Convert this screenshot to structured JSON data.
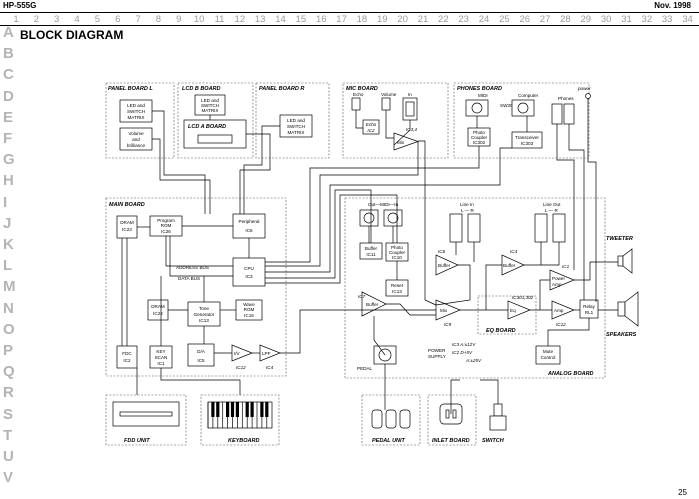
{
  "header": {
    "model": "HP-555G",
    "date": "Nov. 1998",
    "page": "25"
  },
  "title": "BLOCK DIAGRAM",
  "grid": {
    "columns": [
      "1",
      "2",
      "3",
      "4",
      "5",
      "6",
      "7",
      "8",
      "9",
      "10",
      "11",
      "12",
      "13",
      "14",
      "15",
      "16",
      "17",
      "18",
      "19",
      "20",
      "21",
      "22",
      "23",
      "24",
      "25",
      "26",
      "27",
      "28",
      "29",
      "30",
      "31",
      "32",
      "33",
      "34"
    ],
    "rows": [
      "A",
      "B",
      "C",
      "D",
      "E",
      "F",
      "G",
      "H",
      "I",
      "J",
      "K",
      "L",
      "M",
      "N",
      "O",
      "P",
      "Q",
      "R",
      "S",
      "T",
      "U",
      "V"
    ]
  },
  "boards": {
    "panel_l": "PANEL BOARD L",
    "lcd_b": "LCD B BOARD",
    "lcd_a": "LCD A BOARD",
    "panel_r": "PANEL BOARD R",
    "mic": "MIC BOARD",
    "phones": "PHONES BOARD",
    "main": "MAIN BOARD",
    "analog": "ANALOG BOARD",
    "eq": "EQ BOARD",
    "fdd": "FDD UNIT",
    "keyboard": "KEYBOARD",
    "pedal": "PEDAL UNIT",
    "inlet": "INLET BOARD",
    "switch": "SWITCH"
  },
  "blocks": {
    "led_matrix_l": [
      "LED and",
      "SWITCH",
      "MATRIX"
    ],
    "volume": [
      "Volume",
      "and",
      "brilliance"
    ],
    "lcd_b_block": [
      "LED and",
      "SWITCH",
      "MATRIX"
    ],
    "led_matrix_r": [
      "LED and",
      "SWITCH",
      "MATRIX"
    ],
    "echo": [
      "Echo",
      "IC2"
    ],
    "mix_mic": [
      "Mix",
      "IC3,4"
    ],
    "photo_coupler_phones": [
      "Photo",
      "Coupler",
      "IC302"
    ],
    "transceiver": [
      "Transceiver",
      "IC303"
    ],
    "dram1": [
      "DRAM",
      "IC23"
    ],
    "program_rom": [
      "Program",
      "ROM",
      "IC26"
    ],
    "peripheral": [
      "Peripheral",
      "IC6"
    ],
    "cpu": [
      "CPU",
      "IC3"
    ],
    "dram2": [
      "DRAM",
      "IC22"
    ],
    "tone_gen": [
      "Tone",
      "Generator",
      "IC13"
    ],
    "wave_rom": [
      "Wave",
      "ROM",
      "IC16"
    ],
    "fdc": [
      "FDC",
      "IC2"
    ],
    "key_scan": [
      "KEY",
      "SCAN",
      "IC1"
    ],
    "da": [
      "D/A",
      "IC5"
    ],
    "iv": [
      "I/V",
      "IC12"
    ],
    "lpf": [
      "LPF",
      "IC4"
    ],
    "buffer_midi": [
      "Buffer",
      "IC11"
    ],
    "photo_coupler_midi": [
      "Photo",
      "Coupler",
      "IC10"
    ],
    "reset": [
      "Reset",
      "IC13"
    ],
    "buffer_pedal": [
      "Buffer",
      "IC7"
    ],
    "mix_main": [
      "Mix",
      "IC9"
    ],
    "buffer_line_in": [
      "Buffer",
      "IC6"
    ],
    "buffer_line_out": [
      "Buffer",
      "IC4"
    ],
    "eq": [
      "Eq",
      "IC301,302"
    ],
    "amp": [
      "Amp",
      "IC12"
    ],
    "power_amp": [
      "Power",
      "Amp",
      "IC1"
    ],
    "relay": [
      "Relay",
      "RL1"
    ],
    "mute": [
      "Mute",
      "Control"
    ]
  },
  "labels": {
    "mic_echo": "Echo",
    "mic_volume": "Volume",
    "mic_in": "In",
    "midi": "MIDI",
    "computer": "Computer",
    "phones": "Phones",
    "power": "power",
    "sw301": "SW301",
    "out_midi_in": "Out—MIDI—In",
    "line_in": "Line In",
    "line_out": "Line Out",
    "l_r": "L — R",
    "address_bus": "ADDRESS BUS",
    "data_bus": "DATA BUS",
    "pedal": "PEDAL",
    "tweeter": "TWEETER",
    "speakers": "SPEAKERS",
    "power_supply": [
      "POWER",
      "SUPPLY"
    ],
    "psu_lines": [
      "IC3 A:±12V",
      "IC2  D+5V",
      "A:±25V"
    ]
  }
}
